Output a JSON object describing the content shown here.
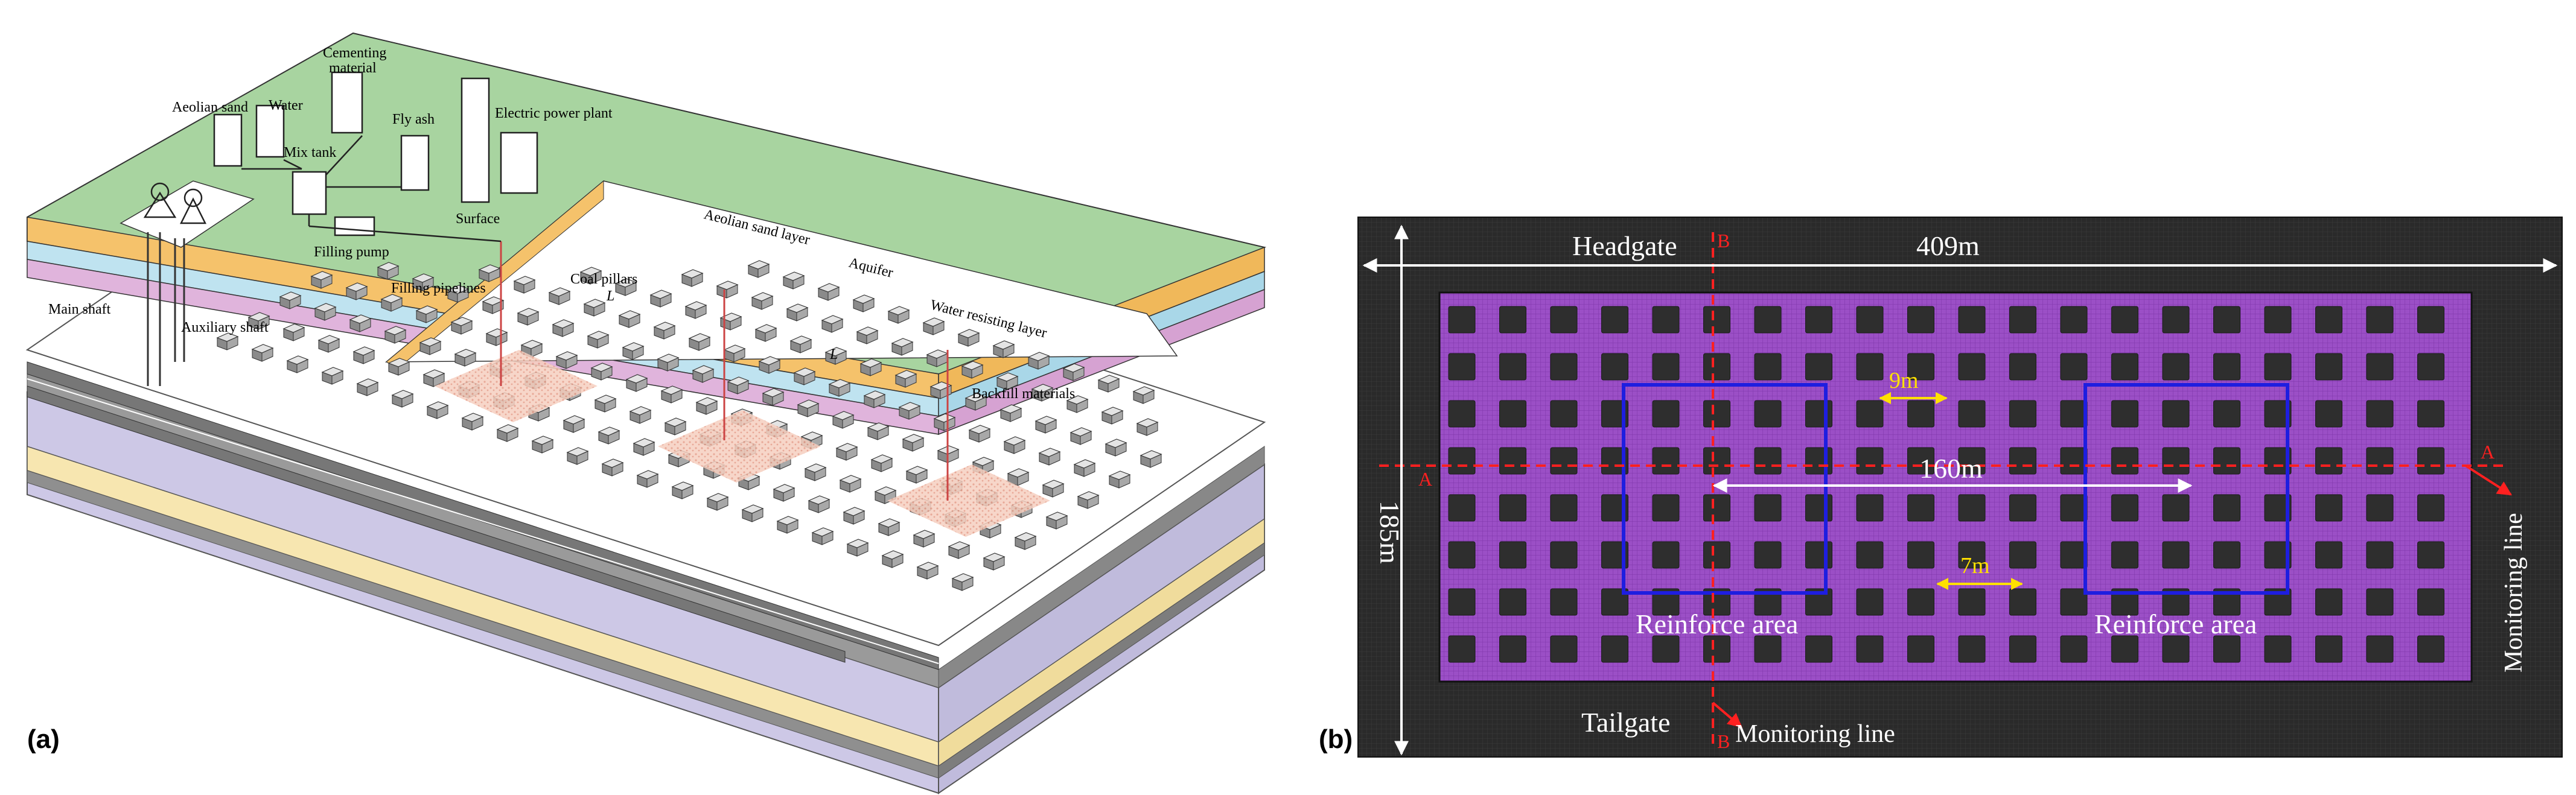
{
  "panel_a": {
    "tag": "(a)",
    "labels": {
      "aeolian_sand": "Aeolian sand",
      "water": "Water",
      "cementing_material_1": "Cementing",
      "cementing_material_2": "material",
      "fly_ash": "Fly ash",
      "electric_power_plant": "Electric power plant",
      "mix_tank": "Mix tank",
      "surface": "Surface",
      "filling_pump": "Filling pump",
      "filling_pipelines": "Filling pipelines",
      "coal_pillars": "Coal pillars",
      "main_shaft": "Main shaft",
      "auxiliary_shaft": "Auxiliary shaft",
      "backfill_materials": "Backfill materials",
      "aeolian_sand_layer": "Aeolian sand layer",
      "aquifer": "Aquifer",
      "water_resisting_layer": "Water resisting layer",
      "spacing_l_1": "L",
      "spacing_l_2": "L"
    },
    "colors": {
      "surface": "#a8d4a0",
      "aeolian_sand_layer": "#f5c26b",
      "aquifer": "#bfe3f0",
      "water_resisting_layer": "#e0b4dc",
      "lower_strata_purple": "#cdc8e6",
      "lower_strata_yellow": "#f7e6b0",
      "backfill": "#f4c7b4"
    }
  },
  "panel_b": {
    "tag": "(b)",
    "labels": {
      "headgate": "Headgate",
      "tailgate": "Tailgate",
      "width_dim": "409m",
      "height_dim": "185m",
      "span_dim": "160m",
      "pillar_width": "9m",
      "gap_width": "7m",
      "reinforce_area_left": "Reinforce area",
      "reinforce_area_right": "Reinforce area",
      "monitoring_line_bottom": "Monitoring line",
      "monitoring_line_right": "Monitoring line",
      "section_a_left": "A",
      "section_a_right": "A",
      "section_b_top": "B",
      "section_b_bottom": "B"
    },
    "colors": {
      "background": "#2b2b2b",
      "model": "#9b4fc6",
      "pillar": "#2e2e2e",
      "reinforce_border": "#1e1ee0",
      "monitoring": "#ff2020",
      "dimension_highlight": "#ffe000",
      "dimension_white": "#ffffff"
    }
  }
}
